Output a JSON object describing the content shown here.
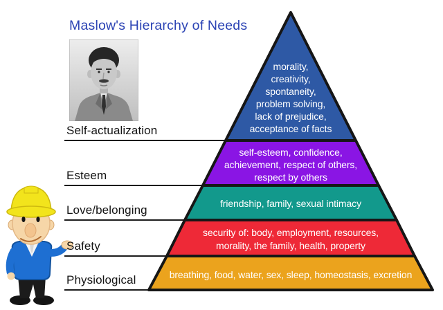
{
  "title": "Maslow's Hierarchy of Needs",
  "colors": {
    "title_text": "#2b43b4",
    "pyramid_outline": "#161616",
    "label_line": "#1c1c1c",
    "band_text": "#ffffff"
  },
  "pyramid": {
    "levels": [
      {
        "name": "self-actualization",
        "label": "Self-actualization",
        "items": "morality,\ncreativity,\nspontaneity,\nproblem solving,\nlack of prejudice,\nacceptance of facts",
        "color": "#2e59a5"
      },
      {
        "name": "esteem",
        "label": "Esteem",
        "items": "self-esteem, confidence,\nachievement, respect of others,\nrespect by others",
        "color": "#8a15e4"
      },
      {
        "name": "love-belonging",
        "label": "Love/belonging",
        "items": "friendship, family, sexual intimacy",
        "color": "#12998c"
      },
      {
        "name": "safety",
        "label": "Safety",
        "items": "security of: body, employment, resources,\nmorality, the family, health, property",
        "color": "#ee2937"
      },
      {
        "name": "physiological",
        "label": "Physiological",
        "items": "breathing, food, water, sex, sleep, homeostasis, excretion",
        "color": "#eba31d"
      }
    ]
  },
  "images": {
    "portrait": "maslow-portrait-photo",
    "mascot": "construction-worker-cartoon"
  }
}
